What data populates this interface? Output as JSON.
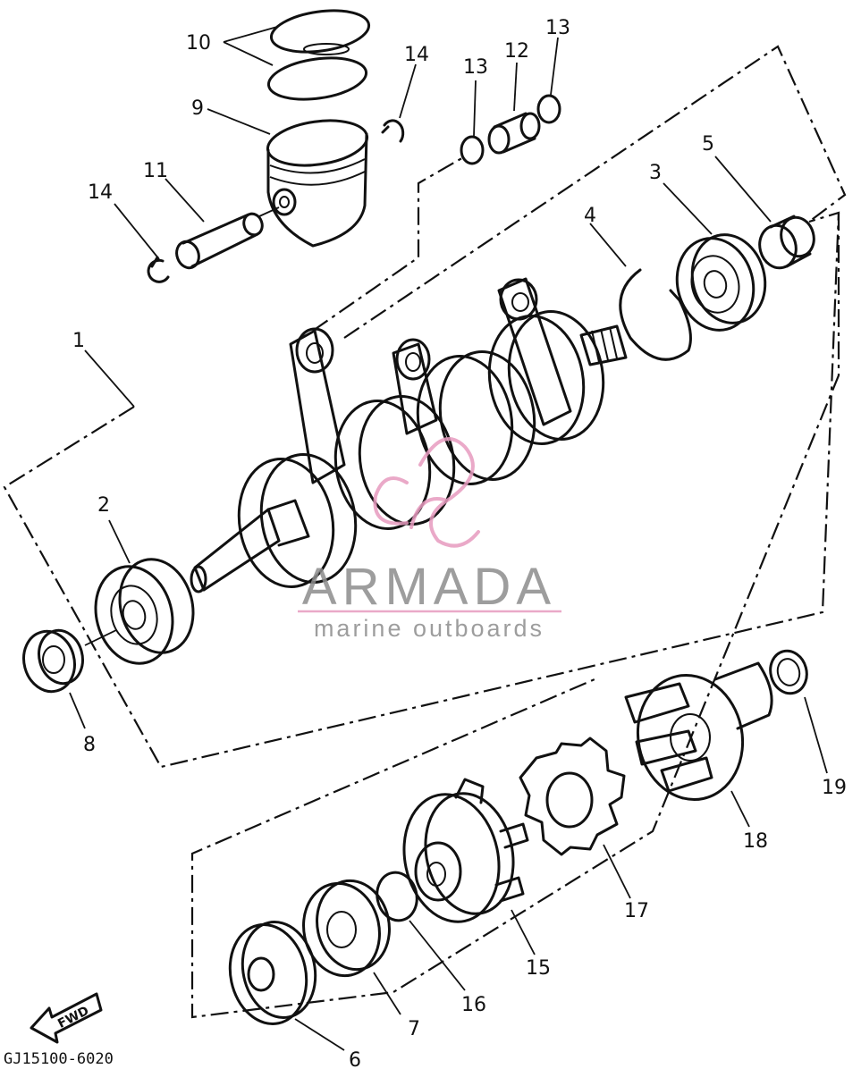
{
  "diagram": {
    "part_labels": [
      {
        "id": "p1",
        "text": "1"
      },
      {
        "id": "p2",
        "text": "2"
      },
      {
        "id": "p3",
        "text": "3"
      },
      {
        "id": "p4",
        "text": "4"
      },
      {
        "id": "p5",
        "text": "5"
      },
      {
        "id": "p6",
        "text": "6"
      },
      {
        "id": "p7",
        "text": "7"
      },
      {
        "id": "p8",
        "text": "8"
      },
      {
        "id": "p9",
        "text": "9"
      },
      {
        "id": "p10",
        "text": "10"
      },
      {
        "id": "p11",
        "text": "11"
      },
      {
        "id": "p12",
        "text": "12"
      },
      {
        "id": "p13a",
        "text": "13"
      },
      {
        "id": "p13b",
        "text": "13"
      },
      {
        "id": "p14a",
        "text": "14"
      },
      {
        "id": "p14b",
        "text": "14"
      },
      {
        "id": "p15",
        "text": "15"
      },
      {
        "id": "p16",
        "text": "16"
      },
      {
        "id": "p17",
        "text": "17"
      },
      {
        "id": "p18",
        "text": "18"
      },
      {
        "id": "p19",
        "text": "19"
      }
    ],
    "drawing_code": "GJ15100-6020",
    "fwd_arrow": "FWD"
  },
  "watermark": {
    "brand": "ARMADA",
    "tagline": "marine outboards",
    "accent_color": "#e79bbf",
    "text_color": "#8d8d8d"
  }
}
